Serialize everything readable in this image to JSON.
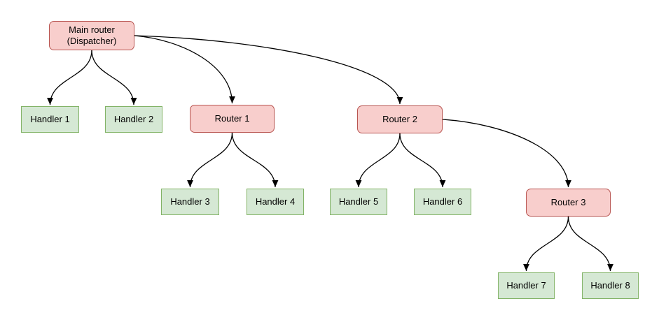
{
  "diagram": {
    "background": "#ffffff",
    "edge_color": "#000000",
    "node_styles": {
      "router": {
        "fill": "#f8cecc",
        "border": "#b85450"
      },
      "handler": {
        "fill": "#d5e8d4",
        "border": "#82b366"
      }
    },
    "nodes": {
      "main": {
        "type": "router",
        "label_line1": "Main router",
        "label_line2": "(Dispatcher)"
      },
      "handler1": {
        "type": "handler",
        "label": "Handler 1"
      },
      "handler2": {
        "type": "handler",
        "label": "Handler 2"
      },
      "router1": {
        "type": "router",
        "label": "Router 1"
      },
      "handler3": {
        "type": "handler",
        "label": "Handler 3"
      },
      "handler4": {
        "type": "handler",
        "label": "Handler 4"
      },
      "router2": {
        "type": "router",
        "label": "Router 2"
      },
      "handler5": {
        "type": "handler",
        "label": "Handler 5"
      },
      "handler6": {
        "type": "handler",
        "label": "Handler 6"
      },
      "router3": {
        "type": "router",
        "label": "Router 3"
      },
      "handler7": {
        "type": "handler",
        "label": "Handler 7"
      },
      "handler8": {
        "type": "handler",
        "label": "Handler 8"
      }
    },
    "edges": [
      {
        "from": "main",
        "to": "handler1"
      },
      {
        "from": "main",
        "to": "handler2"
      },
      {
        "from": "main",
        "to": "router1"
      },
      {
        "from": "main",
        "to": "router2"
      },
      {
        "from": "router1",
        "to": "handler3"
      },
      {
        "from": "router1",
        "to": "handler4"
      },
      {
        "from": "router2",
        "to": "handler5"
      },
      {
        "from": "router2",
        "to": "handler6"
      },
      {
        "from": "router2",
        "to": "router3"
      },
      {
        "from": "router3",
        "to": "handler7"
      },
      {
        "from": "router3",
        "to": "handler8"
      }
    ]
  }
}
